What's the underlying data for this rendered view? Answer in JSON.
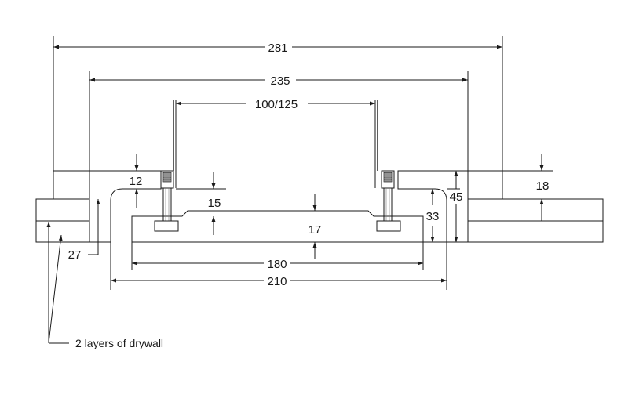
{
  "dimensions": {
    "overall_width": "281",
    "frame_width": "235",
    "opening_width": "100/125",
    "inner_width": "180",
    "base_width": "210",
    "top_board_thickness": "12",
    "lip_height": "15",
    "plate_thickness": "17",
    "plate_height": "33",
    "total_height": "45",
    "drywall_layer": "18",
    "drywall_total": "27"
  },
  "annotations": {
    "drywall_note": "2 layers of drywall"
  },
  "colors": {
    "line": "#1a1a1a",
    "board_fill": "#efefef",
    "drywall_fill": "#e6e6e6",
    "bracket_fill": "#9a9a9a"
  }
}
